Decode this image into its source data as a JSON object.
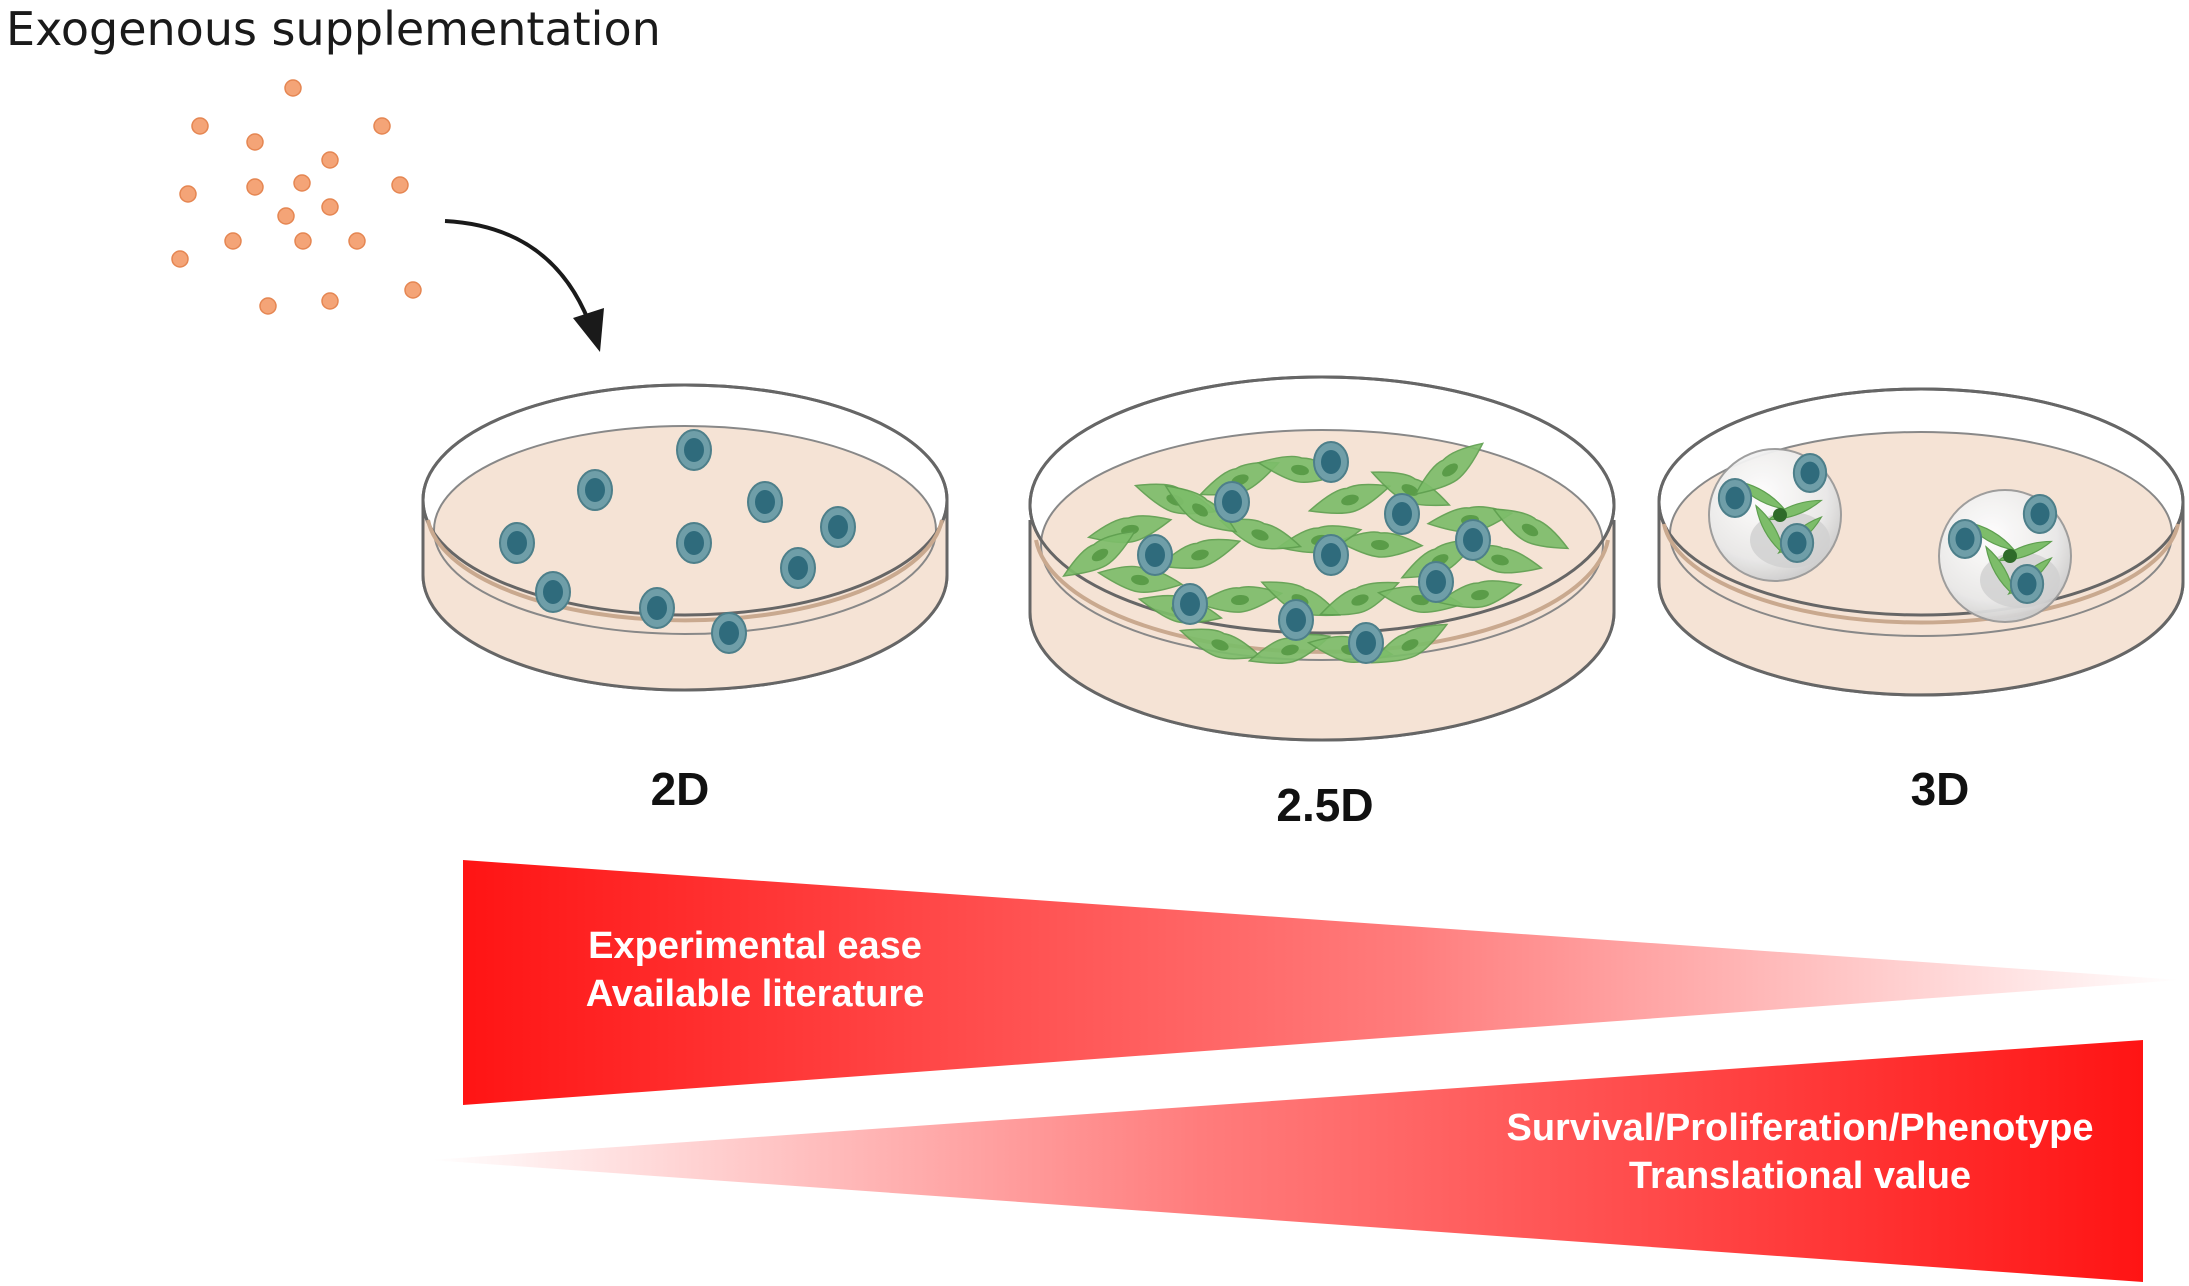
{
  "title": "Exogenous supplementation",
  "colors": {
    "particle": "#f4a477",
    "particle_stroke": "#e58652",
    "medium": "#f5e3d5",
    "cell": "#6f9ea8",
    "nucleus": "#2f6b7c",
    "fibroblast": "#7dbd6a",
    "wedge": "#ff1414"
  },
  "icons": {
    "arrow": "curved-arrow-icon",
    "particles": "particle-cluster-icon"
  },
  "dishes": [
    {
      "id": "2d",
      "label": "2D"
    },
    {
      "id": "2-5d",
      "label": "2.5D"
    },
    {
      "id": "3d",
      "label": "3D"
    }
  ],
  "wedges": {
    "decreasing": {
      "line1": "Experimental ease",
      "line2": "Available literature"
    },
    "increasing": {
      "line1": "Survival/Proliferation/Phenotype",
      "line2": "Translational value"
    }
  }
}
